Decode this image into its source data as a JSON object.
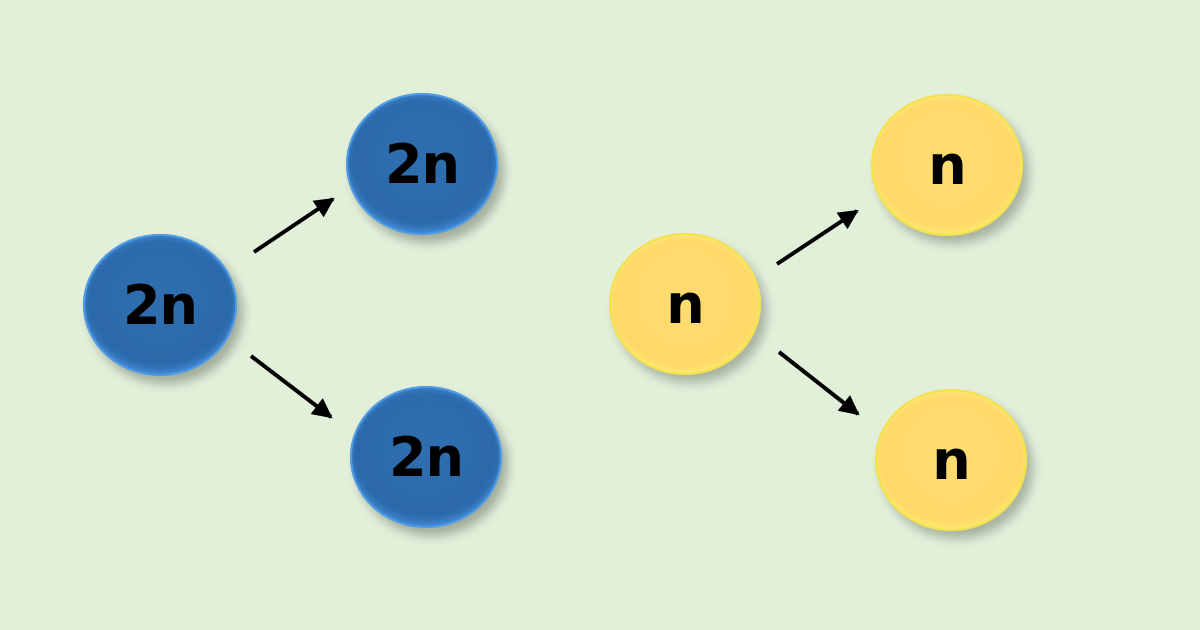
{
  "colors": {
    "background": "#e2efd9",
    "blue_node": "#2c6aab",
    "blue_rim": "#4d9be6",
    "yellow_node": "#ffd96a",
    "yellow_rim": "#f3e24a",
    "arrow": "#000000",
    "text": "#000000"
  },
  "diagram": {
    "left_group": {
      "parent": {
        "label": "2n"
      },
      "children": [
        {
          "label": "2n"
        },
        {
          "label": "2n"
        }
      ]
    },
    "right_group": {
      "parent": {
        "label": "n"
      },
      "children": [
        {
          "label": "n"
        },
        {
          "label": "n"
        }
      ]
    }
  }
}
